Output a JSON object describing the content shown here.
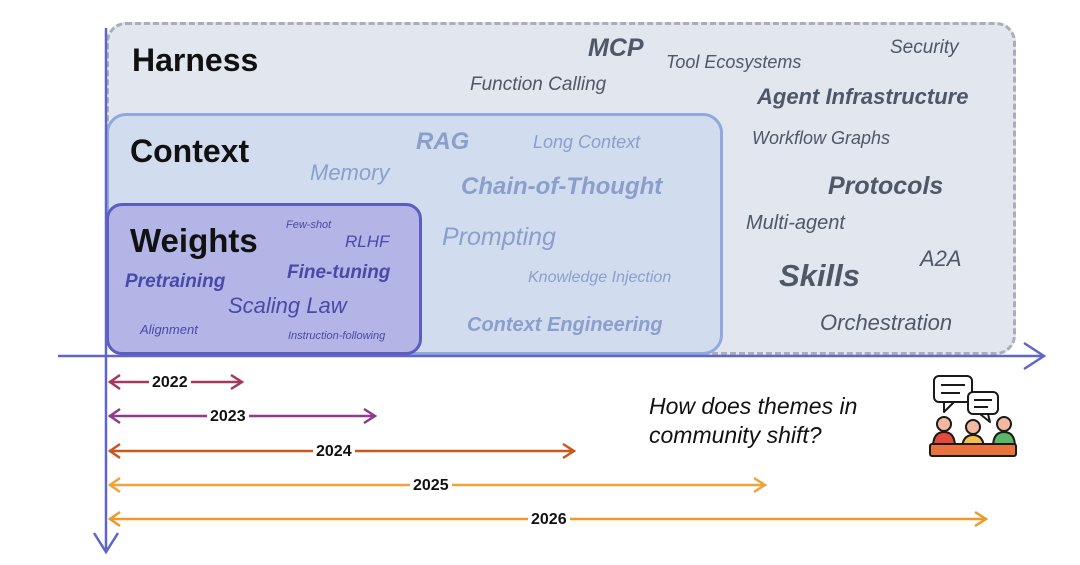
{
  "layers": {
    "harness": {
      "heading": "Harness",
      "terms": [
        "MCP",
        "Tool Ecosystems",
        "Security",
        "Function Calling",
        "Agent Infrastructure",
        "Workflow Graphs",
        "Protocols",
        "Multi-agent",
        "A2A",
        "Skills",
        "Orchestration"
      ]
    },
    "context": {
      "heading": "Context",
      "terms": [
        "RAG",
        "Long Context",
        "Memory",
        "Chain-of-Thought",
        "Prompting",
        "Knowledge Injection",
        "Context Engineering"
      ]
    },
    "weights": {
      "heading": "Weights",
      "terms": [
        "Few-shot",
        "RLHF",
        "Fine-tuning",
        "Pretraining",
        "Scaling Law",
        "Alignment",
        "Instruction-following"
      ]
    }
  },
  "timeline": {
    "years": [
      "2022",
      "2023",
      "2024",
      "2025",
      "2026"
    ]
  },
  "question": "How does themes in community shift?",
  "icon": "community-discussion-icon",
  "colors": {
    "harness_fill": "#e2e6ee",
    "context_fill": "#d2dcef",
    "weights_fill": "#b3b5e6",
    "axis": "#6065c8",
    "year_2022": "#a33a5c",
    "year_2023": "#8e3a8e",
    "year_2024": "#c9581f",
    "year_2025": "#f0a33a",
    "year_2026": "#ee9a2b"
  }
}
